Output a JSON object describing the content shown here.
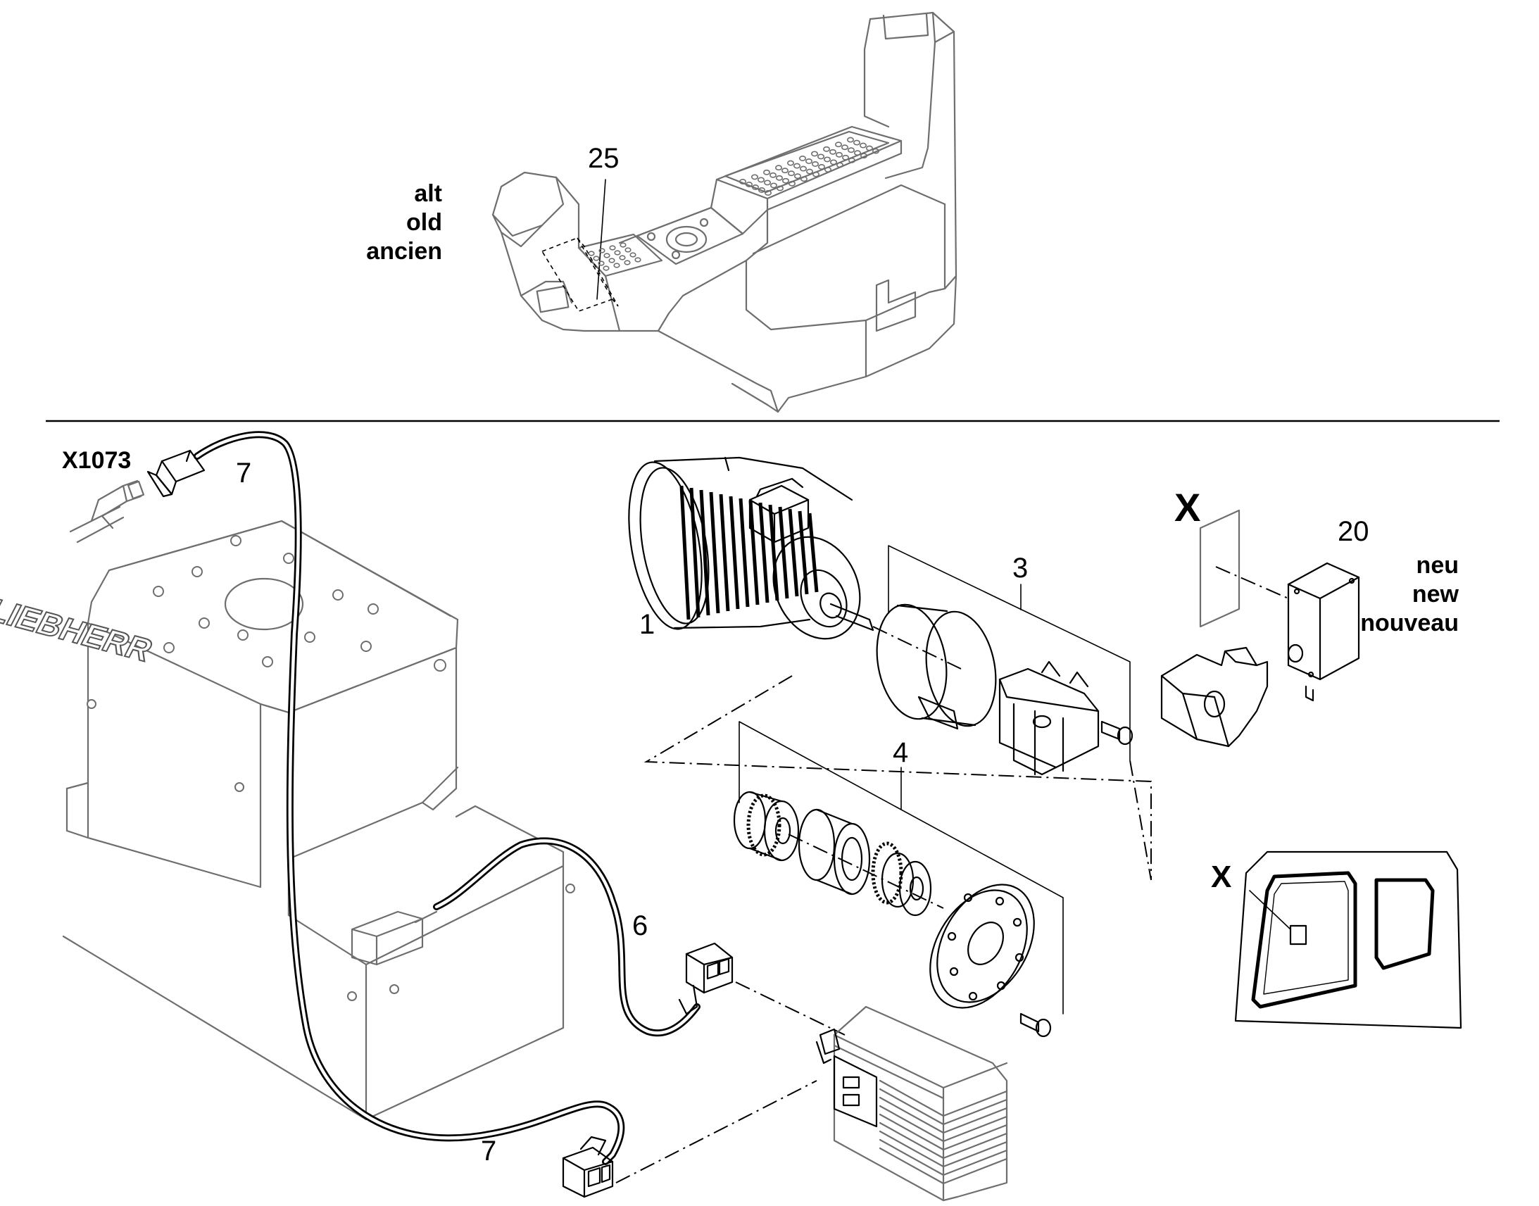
{
  "labels": {
    "old_de": "alt",
    "old_en": "old",
    "old_fr": "ancien",
    "new_de": "neu",
    "new_en": "new",
    "new_fr": "nouveau",
    "connector_id": "X1073",
    "detail_mark": "X",
    "detail_mark_cab": "X"
  },
  "callouts": {
    "item_1": "1",
    "item_3": "3",
    "item_4": "4",
    "item_6": "6",
    "item_7_top": "7",
    "item_7_bottom": "7",
    "item_20": "20",
    "item_25": "25"
  },
  "frame_brand_text": "LIEBHERR"
}
